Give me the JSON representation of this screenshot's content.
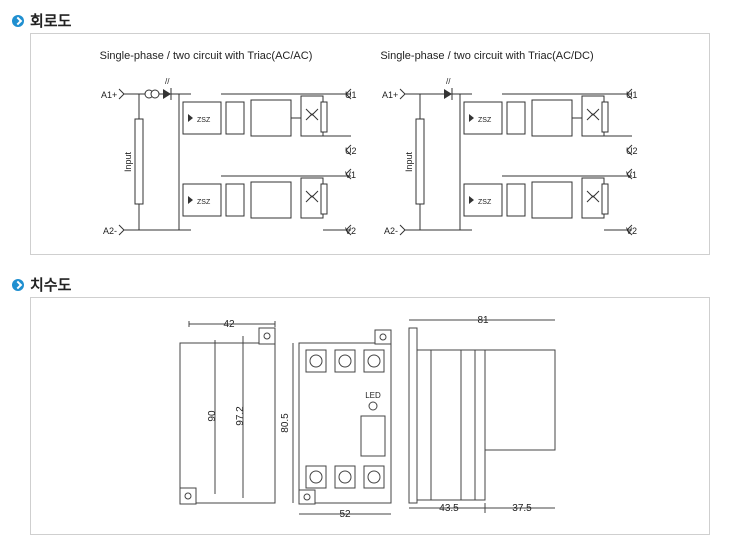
{
  "sections": [
    {
      "title": "회로도"
    },
    {
      "title": "치수도"
    }
  ],
  "circuit": {
    "left": {
      "title": "Single-phase / two circuit  with Triac(AC/AC)",
      "a1": "A1+",
      "a2": "A2-",
      "input": "Input",
      "u1": "U1",
      "u2": "U2",
      "v1": "V1",
      "v2": "V2",
      "zsz": "ZSZ"
    },
    "right": {
      "title": "Single-phase / two circuit  with Triac(AC/DC)",
      "a1": "A1+",
      "a2": "A2-",
      "input": "Input",
      "u1": "U1",
      "u2": "U2",
      "v1": "V1",
      "v2": "V2",
      "zsz": "ZSZ"
    }
  },
  "dimensions": {
    "width_top": "42",
    "height_inner": "90",
    "height_outer": "97.2",
    "front_height": "80.5",
    "front_width": "52",
    "led": "LED",
    "side_width": "81",
    "side_left": "43.5",
    "side_right": "37.5"
  }
}
